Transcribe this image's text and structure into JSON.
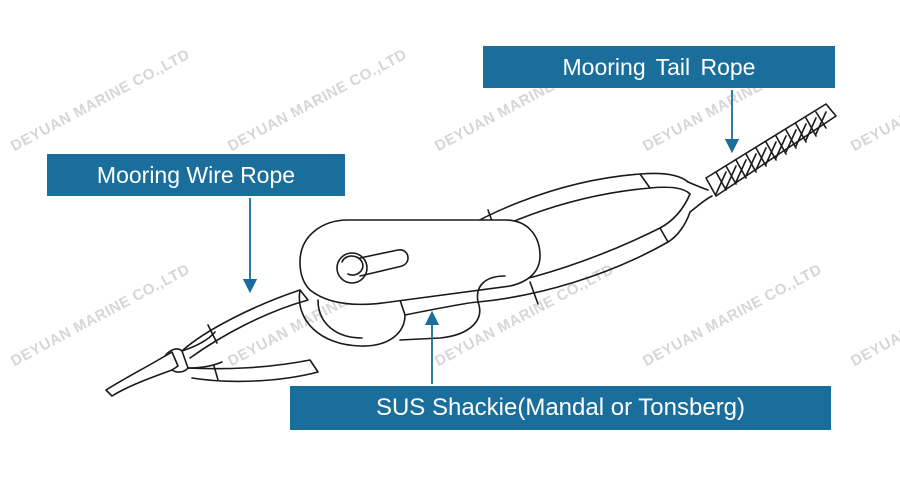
{
  "labels": {
    "tail_rope": "Mooring  Tail  Rope",
    "wire_rope": "Mooring Wire Rope",
    "shackle": "SUS Shackie(Mandal or Tonsberg)"
  },
  "watermark": "DEYUAN MARINE CO.,LTD",
  "colors": {
    "label_bg": "#1a6e9c",
    "label_text": "#ffffff",
    "arrow": "#1a6e9c",
    "line": "#1a1a1a",
    "watermark": "#d6d6d6"
  }
}
